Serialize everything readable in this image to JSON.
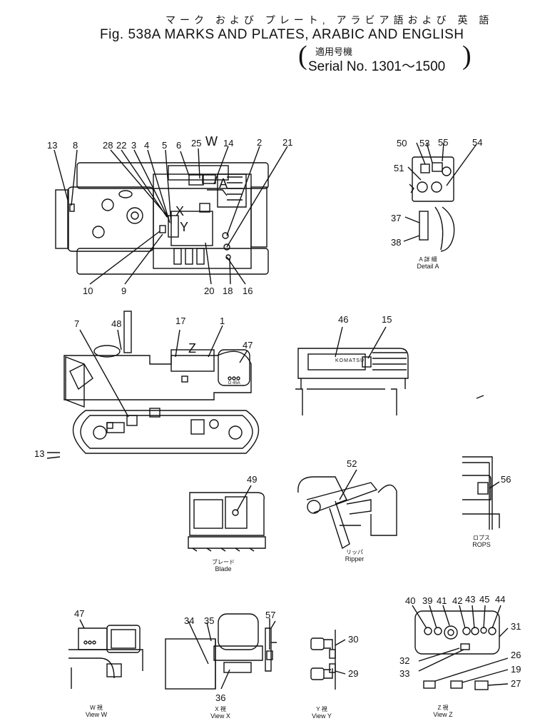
{
  "header": {
    "title_jp": "マーク および プレート, アラビア語および 英 語",
    "title_en": "Fig. 538A MARKS AND PLATES, ARABIC AND ENGLISH",
    "serial_jp": "適用号機",
    "serial_en": "Serial No. 1301～1500"
  },
  "views": {
    "detail_a": {
      "jp": "A 詳 細",
      "en": "Detail A"
    },
    "blade": {
      "jp": "ブレード",
      "en": "Blade"
    },
    "ripper": {
      "jp": "リッパ",
      "en": "Ripper"
    },
    "rops": {
      "jp": "ロプス",
      "en": "ROPS"
    },
    "view_w": {
      "jp": "W 視",
      "en": "View W"
    },
    "view_x": {
      "jp": "X 視",
      "en": "View X"
    },
    "view_y": {
      "jp": "Y 視",
      "en": "View Y"
    },
    "view_z": {
      "jp": "Z 視",
      "en": "View Z"
    }
  },
  "plate_text": {
    "komatsu": "KOMATSU",
    "model": "D 45A"
  },
  "view_letters": {
    "w": "W",
    "x": "X",
    "y": "Y",
    "a": "A",
    "z": "Z"
  },
  "callouts": {
    "n1": "1",
    "n2": "2",
    "n3": "3",
    "n4": "4",
    "n5": "5",
    "n6": "6",
    "n7": "7",
    "n8": "8",
    "n9": "9",
    "n10": "10",
    "n13": "13",
    "n13b": "13",
    "n14": "14",
    "n15": "15",
    "n16": "16",
    "n17": "17",
    "n18": "18",
    "n19": "19",
    "n20": "20",
    "n21": "21",
    "n22": "22",
    "n25": "25",
    "n26": "26",
    "n27": "27",
    "n28": "28",
    "n29": "29",
    "n30": "30",
    "n31": "31",
    "n32": "32",
    "n33": "33",
    "n34": "34",
    "n35": "35",
    "n36": "36",
    "n37": "37",
    "n38": "38",
    "n39": "39",
    "n40": "40",
    "n41": "41",
    "n42": "42",
    "n43": "43",
    "n44": "44",
    "n45": "45",
    "n46": "46",
    "n47": "47",
    "n47b": "47",
    "n48": "48",
    "n49": "49",
    "n50": "50",
    "n51": "51",
    "n52": "52",
    "n53": "53",
    "n54": "54",
    "n55": "55",
    "n56": "56",
    "n57": "57"
  }
}
